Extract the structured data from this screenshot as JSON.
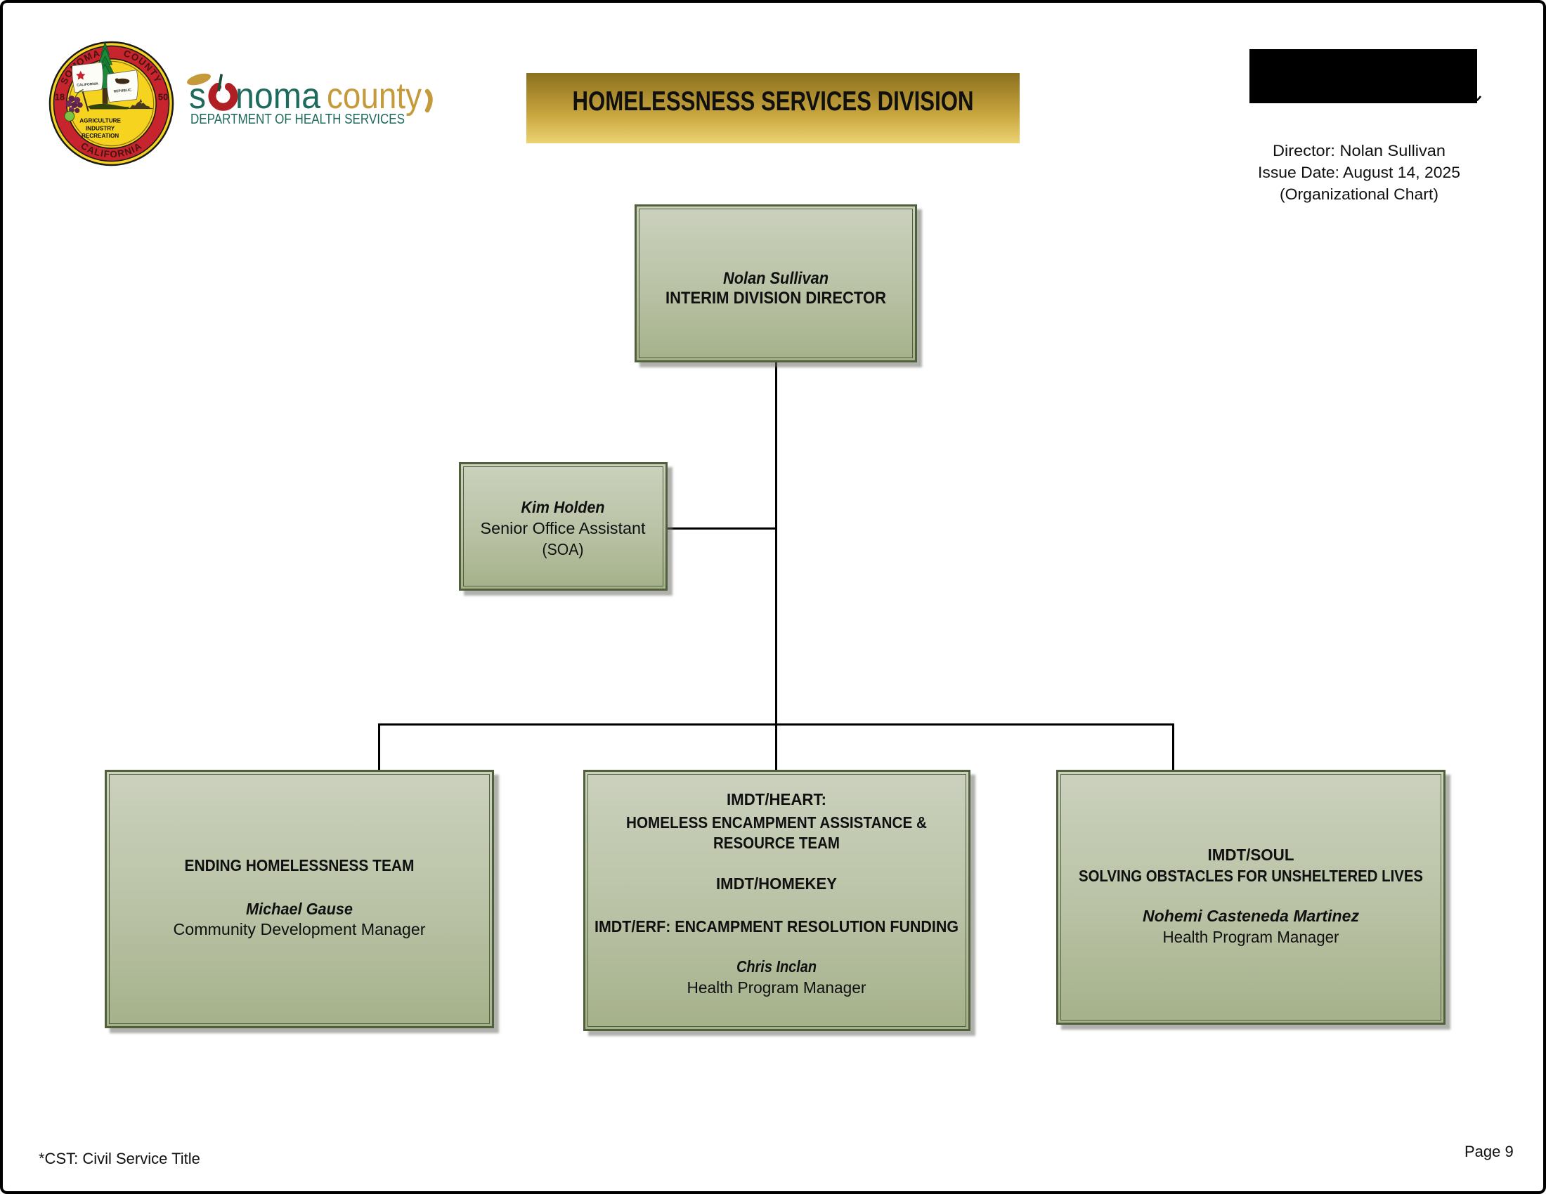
{
  "header": {
    "banner_title": "HOMELESSNESS SERVICES DIVISION",
    "logo": {
      "word_s": "s",
      "word_noma": "noma",
      "word_county": "county",
      "department": "DEPARTMENT OF HEALTH SERVICES"
    },
    "seal": {
      "arc_top_left": "SONOMA",
      "arc_top_right": "COUNTY",
      "arc_bottom": "CALIFORNIA",
      "year_left": "18",
      "year_right": "50",
      "flag_left_label": "CALIFORNIA",
      "flag_right_label": "REPUBLIC",
      "motto_line1": "AGRICULTURE",
      "motto_line2": "INDUSTRY",
      "motto_line3": "RECREATION"
    },
    "meta": {
      "director": "Director: Nolan Sullivan",
      "issue_date": "Issue Date: August 14, 2025",
      "chart_type": "(Organizational Chart)"
    }
  },
  "org_chart": {
    "director": {
      "name": "Nolan Sullivan",
      "title": "INTERIM DIVISION DIRECTOR"
    },
    "assistant": {
      "name": "Kim Holden",
      "title": "Senior Office Assistant",
      "suffix": "(SOA)"
    },
    "teams": [
      {
        "title": "ENDING HOMELESSNESS TEAM",
        "name": "Michael Gause",
        "role": "Community Development Manager"
      },
      {
        "title1": "IMDT/HEART:",
        "title2": "HOMELESS ENCAMPMENT ASSISTANCE &",
        "title3": "RESOURCE TEAM",
        "title4": "IMDT/HOMEKEY",
        "title5": "IMDT/ERF: ENCAMPMENT RESOLUTION FUNDING",
        "name": "Chris Inclan",
        "role": "Health Program Manager"
      },
      {
        "title1": "IMDT/SOUL",
        "title2": "SOLVING OBSTACLES FOR UNSHELTERED LIVES",
        "name": "Nohemi Casteneda Martinez",
        "role": "Health Program Manager"
      }
    ]
  },
  "footer": {
    "footnote": "*CST: Civil Service Title",
    "page_number": "Page 9"
  },
  "colors": {
    "banner_gold_top": "#8a7020",
    "banner_gold_bottom": "#ecd272",
    "box_fill_top": "#cdd2c0",
    "box_fill_bottom": "#a6b28b",
    "box_border": "#51603c",
    "seal_red": "#c8242e",
    "seal_yellow": "#f6d31f",
    "logo_teal": "#1e6a5c",
    "logo_gold": "#c49a3a",
    "logo_red": "#b01f24",
    "connector": "#000000"
  }
}
